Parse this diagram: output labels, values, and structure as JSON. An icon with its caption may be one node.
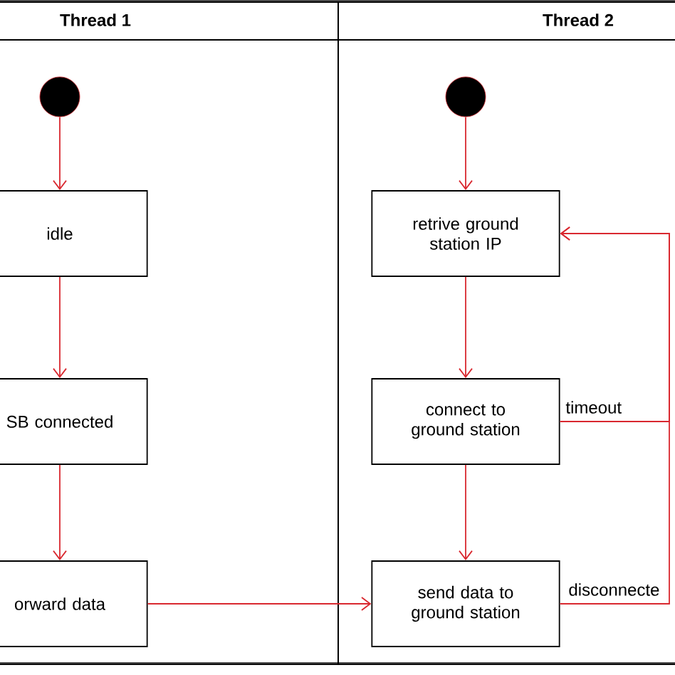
{
  "diagram": {
    "nodes": [
      {
        "text": [
          "Thread 1"
        ]
      },
      {
        "text": [
          "Thread 2"
        ]
      },
      {
        "text": [],
        "shape": "circle",
        "in": 0
      },
      {
        "text": [
          "idle"
        ],
        "in": 0
      },
      {
        "text": [
          "SB connected"
        ],
        "in": 0
      },
      {
        "text": [
          "orward data"
        ],
        "in": 0
      },
      {
        "text": [],
        "shape": "circle",
        "in": 1
      },
      {
        "text": [
          "retrive ground station IP"
        ],
        "in": 1
      },
      {
        "text": [
          "connect to ground station"
        ],
        "in": 1
      },
      {
        "text": [
          "send data to ground station"
        ],
        "in": 1
      }
    ],
    "edges": [
      {
        "from": 2,
        "to": 3,
        "arrow": "to"
      },
      {
        "from": 3,
        "to": 4,
        "arrow": "to"
      },
      {
        "from": 4,
        "to": 5,
        "arrow": "to"
      },
      {
        "from": 5,
        "to": 9,
        "arrow": "to"
      },
      {
        "from": 6,
        "to": 7,
        "arrow": "to"
      },
      {
        "from": 7,
        "to": 8,
        "arrow": "to"
      },
      {
        "from": 8,
        "to": 9,
        "arrow": "to"
      },
      {
        "from": 8,
        "to": 7,
        "label": "timeout",
        "arrow": "to"
      },
      {
        "from": 9,
        "to": 7,
        "label": "disconnecte",
        "arrow": "to"
      }
    ]
  }
}
